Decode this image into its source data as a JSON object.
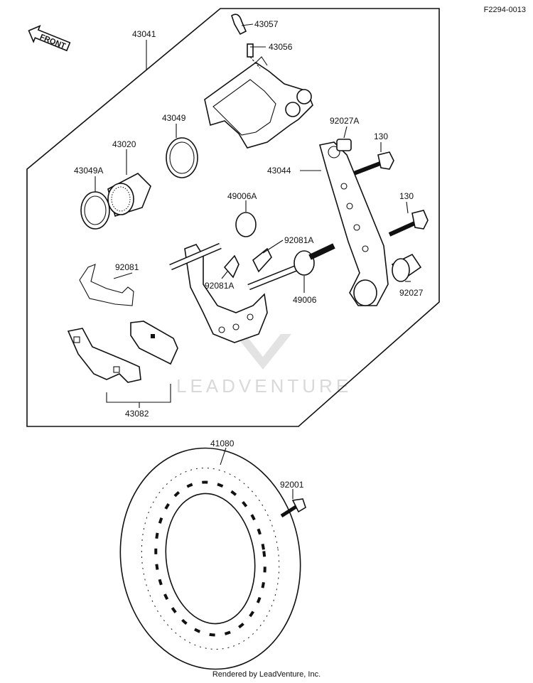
{
  "diagram_code": "F2294-0013",
  "front_label": "FRONT",
  "watermark": "LEADVENTURE",
  "footer": "Rendered by LeadVenture, Inc.",
  "parts": {
    "p43057": "43057",
    "p43056": "43056",
    "p43041": "43041",
    "p43049": "43049",
    "p43020": "43020",
    "p43049a": "43049A",
    "p92027a": "92027A",
    "p130a": "130",
    "p43044": "43044",
    "p49006a": "49006A",
    "p130b": "130",
    "p92081a_1": "92081A",
    "p92081": "92081",
    "p92081a_2": "92081A",
    "p49006": "49006",
    "p92027": "92027",
    "p43082": "43082",
    "p41080": "41080",
    "p92001": "92001"
  }
}
